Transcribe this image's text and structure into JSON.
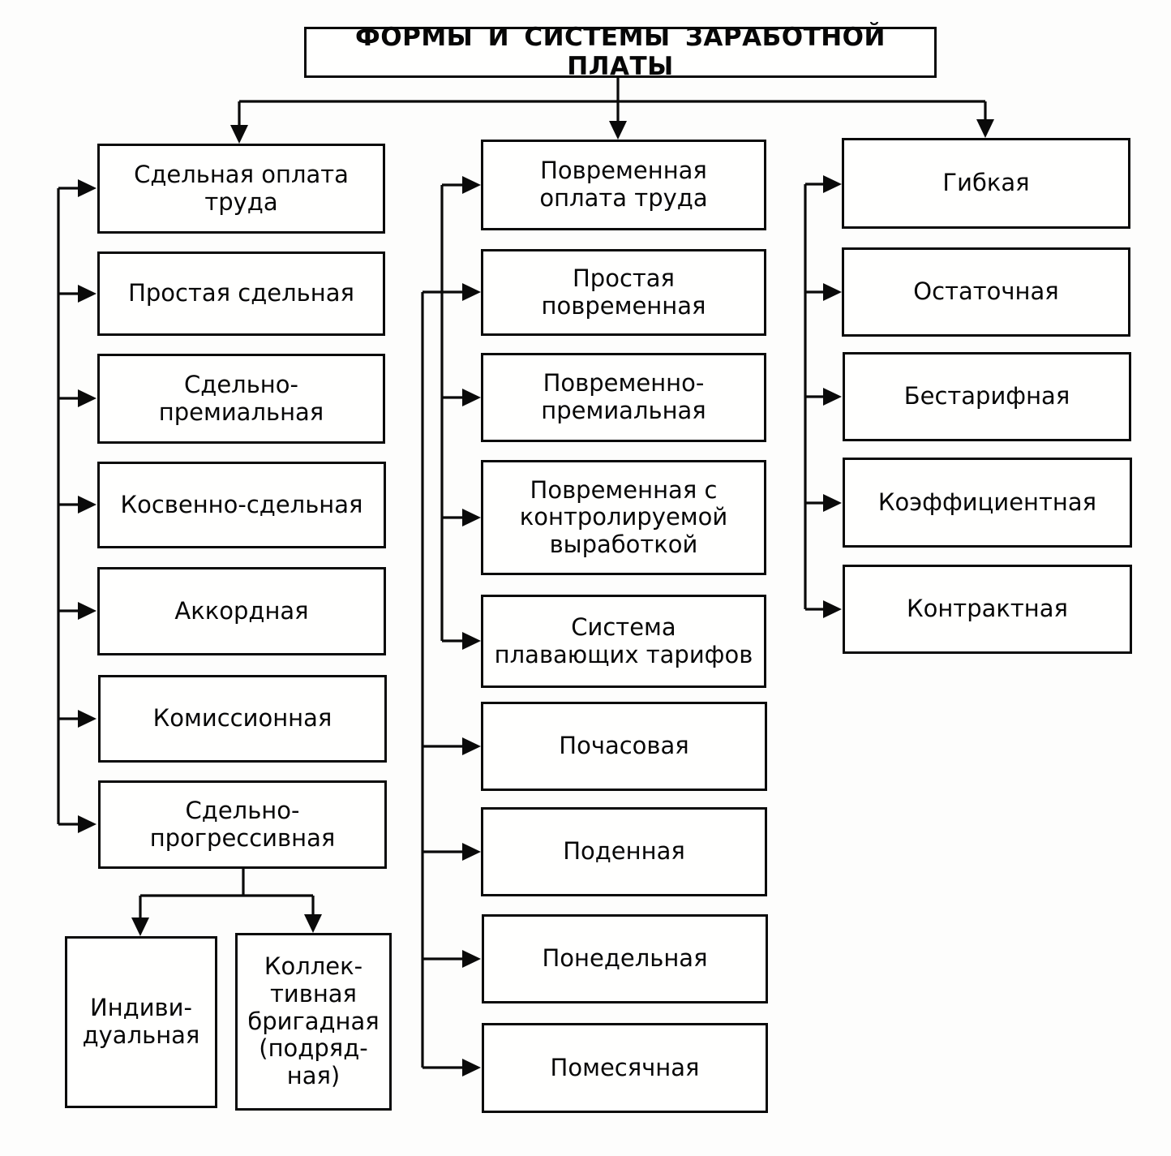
{
  "diagram": {
    "title": "ФОРМЫ И СИСТЕМЫ ЗАРАБОТНОЙ ПЛАТЫ",
    "piecework": {
      "header": "Сдельная оплата\nтруда",
      "items": [
        "Простая сдельная",
        "Сдельно-\nпремиальная",
        "Косвенно-сдельная",
        "Аккордная",
        "Комиссионная",
        "Сдельно-\nпрогрессивная"
      ],
      "subitems": [
        "Индиви-\nдуальная",
        "Коллек-\nтивная\nбригадная\n(подряд-\nная)"
      ]
    },
    "timebased": {
      "header": "Повременная\nоплата труда",
      "items": [
        "Простая\nповременная",
        "Повременно-\nпремиальная",
        "Повременная с\nконтролируемой\nвыработкой",
        "Система\nплавающих тарифов",
        "Почасовая",
        "Поденная",
        "Понедельная",
        "Помесячная"
      ]
    },
    "flexible": {
      "header": "Гибкая",
      "items": [
        "Остаточная",
        "Бестарифная",
        "Коэффициентная",
        "Контрактная"
      ]
    }
  }
}
